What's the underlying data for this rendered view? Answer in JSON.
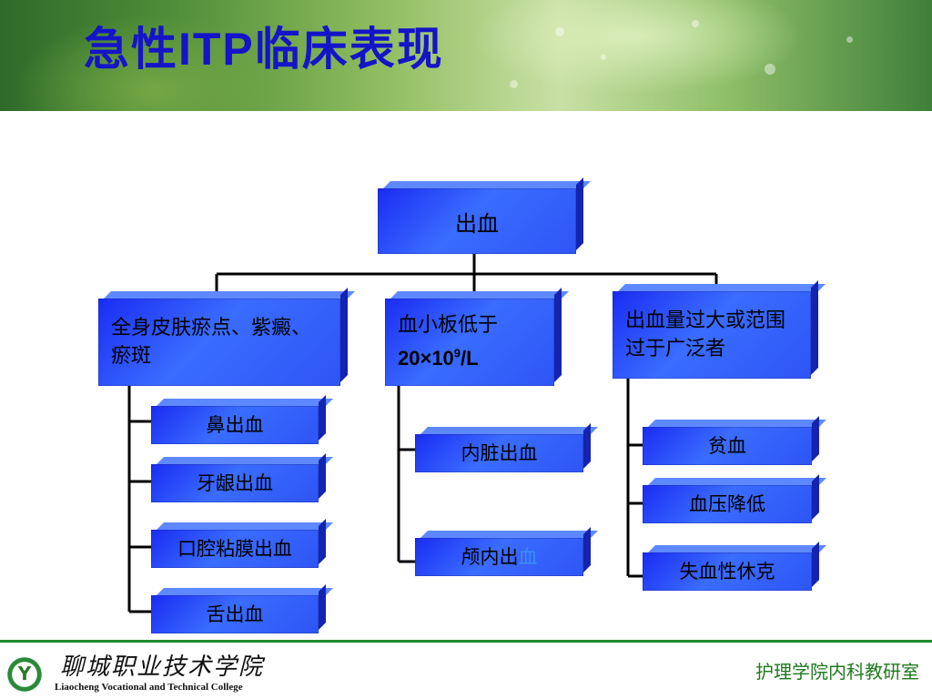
{
  "title": {
    "prefix": "急性",
    "latin": "ITP",
    "suffix": "临床表现"
  },
  "root": {
    "label": "出血"
  },
  "columns": [
    {
      "label": "全身皮肤瘀点、紫癜、瘀斑",
      "children": [
        "鼻出血",
        "牙龈出血",
        "口腔粘膜出血",
        "舌出血"
      ]
    },
    {
      "label_line1": "血小板低于",
      "label_line2_base": "20×10",
      "label_line2_sup": "9",
      "label_line2_tail": "/L",
      "children": [
        "内脏出血"
      ],
      "child2_a": "颅内出",
      "child2_b": "血"
    },
    {
      "label": "出血量过大或范围过于广泛者",
      "children": [
        "贫血",
        "血压降低",
        "失血性休克"
      ]
    }
  ],
  "footer": {
    "logo_text": "Y",
    "college_cn": "聊城职业技术学院",
    "college_en": "Liaocheng Vocational and Technical College",
    "department": "护理学院内科教研室"
  },
  "colors": {
    "title": "#1414c8",
    "box": "#2e55f5",
    "footer_line": "#1e8a2a",
    "department": "#1e7a1e"
  }
}
